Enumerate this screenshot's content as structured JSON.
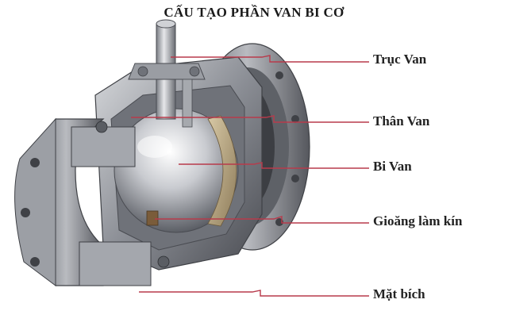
{
  "diagram": {
    "title": "CẤU TẠO PHẦN VAN BI CƠ",
    "labels": [
      {
        "id": "truc-van",
        "text": "Trục Van"
      },
      {
        "id": "than-van",
        "text": "Thân Van"
      },
      {
        "id": "bi-van",
        "text": "Bi Van"
      },
      {
        "id": "gioang-lam-kin",
        "text": "Gioăng làm kín"
      },
      {
        "id": "mat-bich",
        "text": "Mặt bích"
      }
    ],
    "colors": {
      "leader_line": "#b83a4b",
      "metal_dark": "#4a4c52",
      "metal_mid": "#8c8f96",
      "metal_light": "#d8dadd",
      "text": "#222222"
    }
  }
}
